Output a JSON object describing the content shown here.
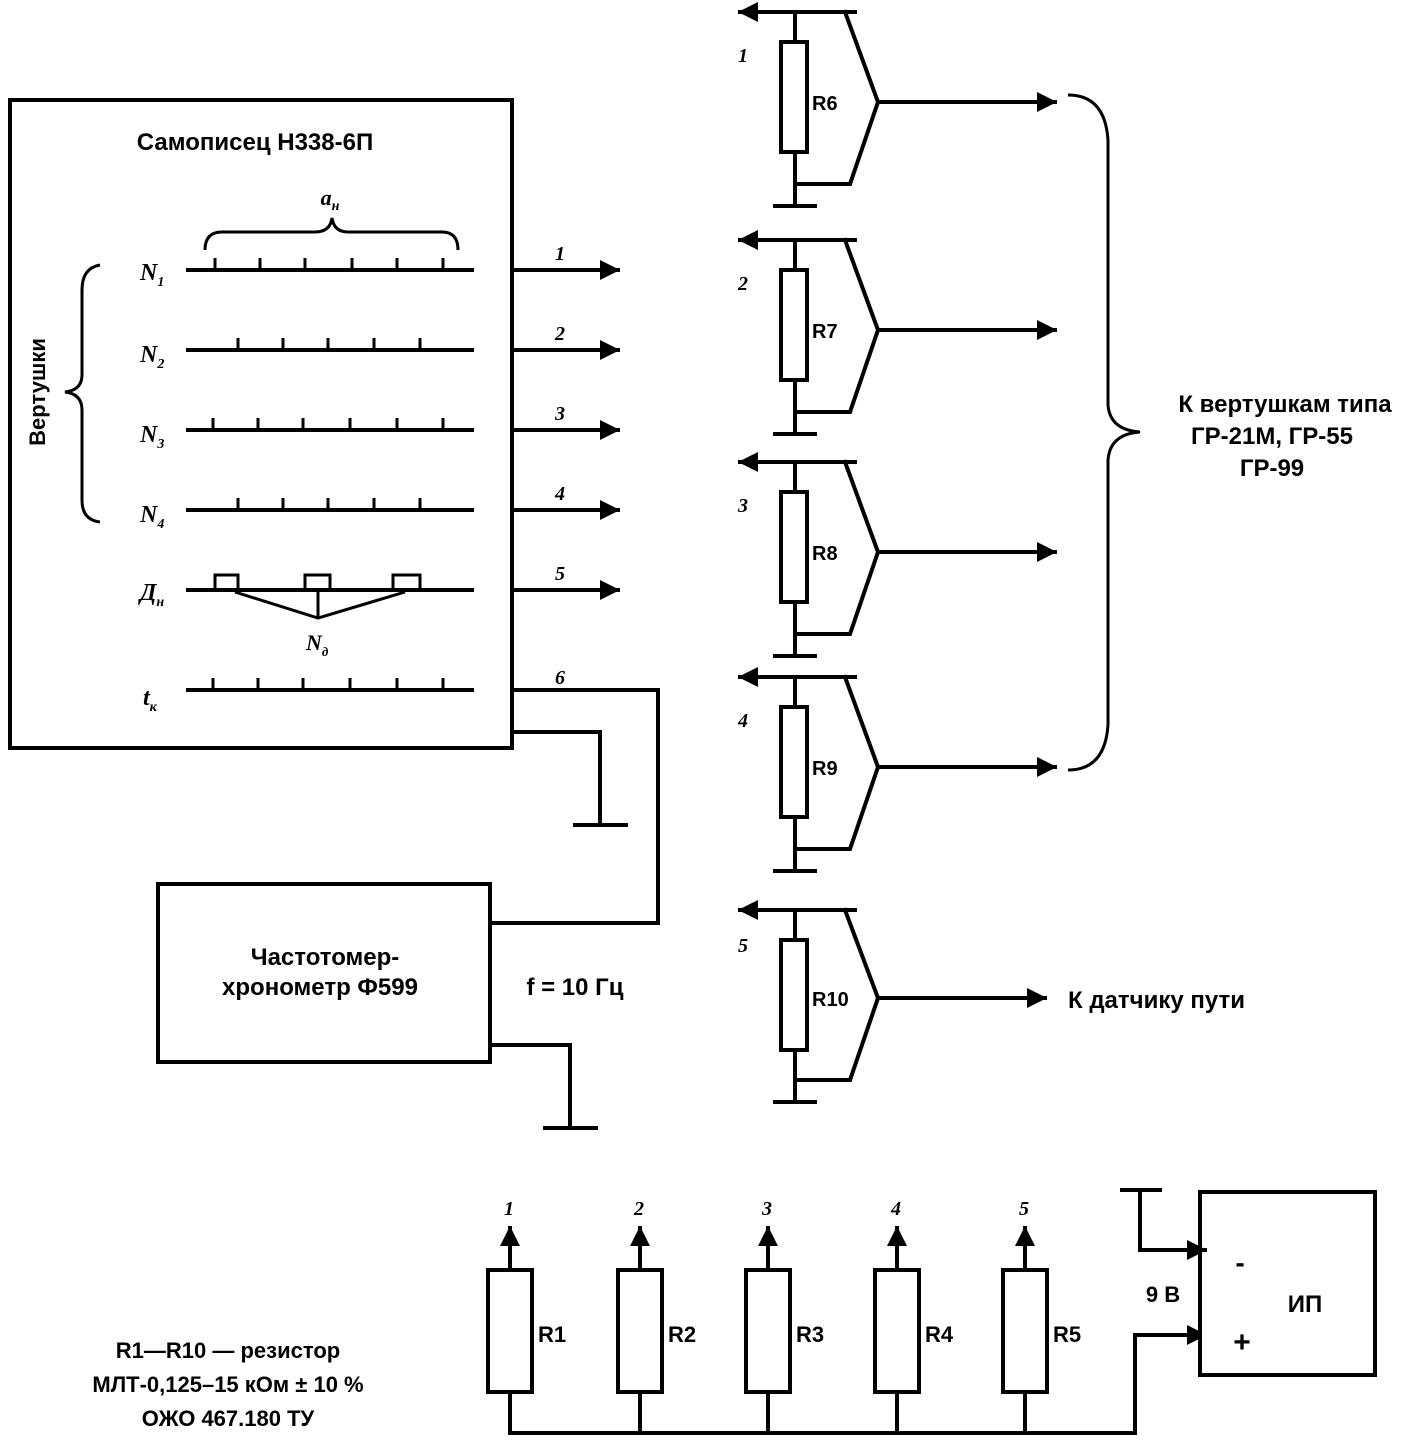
{
  "recorder": {
    "title": "Самописец Н338-6П",
    "group_label": "Вертушки",
    "spacing_label": "a_н",
    "spacing_sub": "н",
    "lines": [
      {
        "label": "N",
        "sub": "1",
        "output": "1"
      },
      {
        "label": "N",
        "sub": "2",
        "output": "2"
      },
      {
        "label": "N",
        "sub": "3",
        "output": "3"
      },
      {
        "label": "N",
        "sub": "4",
        "output": "4"
      },
      {
        "label": "Д",
        "sub": "н",
        "output": "5"
      },
      {
        "label": "t",
        "sub": "к",
        "output": "6"
      }
    ],
    "pulse_group_label": "N",
    "pulse_group_sub": "д"
  },
  "frequency_meter": {
    "line1": "Частотомер-",
    "line2": "хронометр Ф599",
    "frequency": "f = 10 Гц"
  },
  "connectors": [
    {
      "number": "1",
      "resistor": "R6"
    },
    {
      "number": "2",
      "resistor": "R7"
    },
    {
      "number": "3",
      "resistor": "R8"
    },
    {
      "number": "4",
      "resistor": "R9"
    },
    {
      "number": "5",
      "resistor": "R10"
    }
  ],
  "targets": {
    "meters_line1": "К вертушкам типа",
    "meters_line2": "ГР-21М, ГР-55",
    "meters_line3": "ГР-99",
    "sensor": "К датчику пути"
  },
  "bottom_resistors": [
    {
      "number": "1",
      "label": "R1"
    },
    {
      "number": "2",
      "label": "R2"
    },
    {
      "number": "3",
      "label": "R3"
    },
    {
      "number": "4",
      "label": "R4"
    },
    {
      "number": "5",
      "label": "R5"
    }
  ],
  "power_supply": {
    "label": "ИП",
    "minus": "-",
    "plus": "+",
    "voltage": "9 В"
  },
  "notes": {
    "line1": "R1—R10 — резистор",
    "line2": "МЛТ-0,125–15 кОм ± 10 %",
    "line3": "ОЖО 467.180 ТУ"
  }
}
